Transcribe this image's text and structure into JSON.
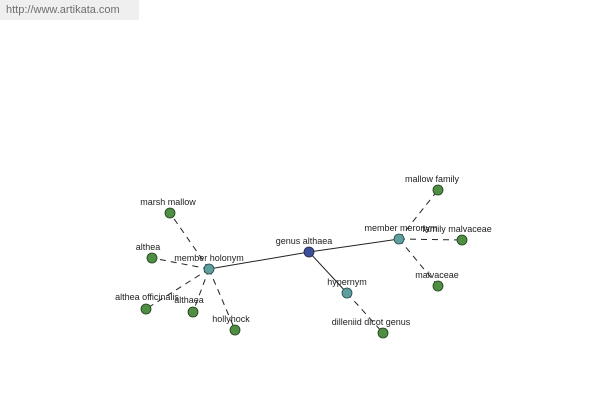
{
  "watermark": {
    "url": "http://www.artikata.com"
  },
  "graph": {
    "center": "genus althaea",
    "relations": {
      "holonym": "member holonym",
      "meronym": "member meronym",
      "hypernym": "hypernym"
    },
    "leaves": {
      "marsh_mallow": "marsh mallow",
      "althea": "althea",
      "althea_officinalis": "althea officinalis",
      "althaea": "althaea",
      "hollyhock": "hollyhock",
      "mallow_family": "mallow family",
      "family_malvaceae": "family malvaceae",
      "malvaceae": "malvaceae",
      "dilleniid_dicot_genus": "dilleniid dicot genus"
    }
  },
  "colors": {
    "leaf_node": "#4e8f43",
    "relation_node": "#5f9e9e",
    "center_node": "#3f4f96",
    "edge": "#222222"
  }
}
